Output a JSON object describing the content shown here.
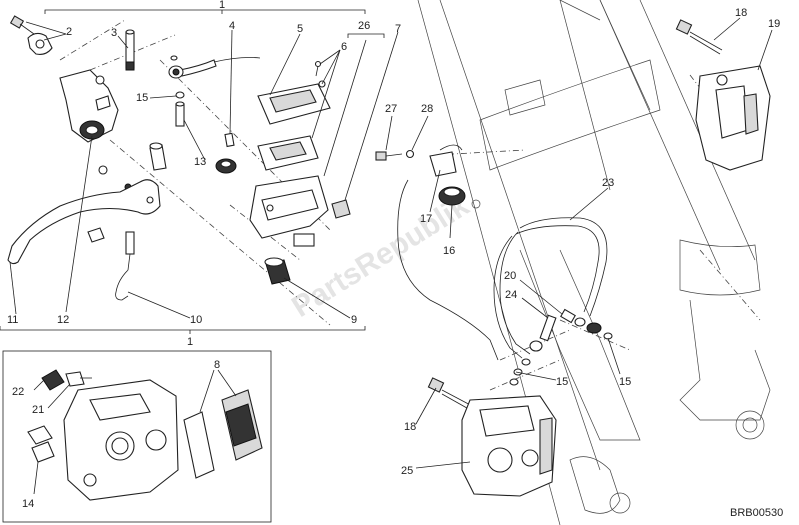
{
  "callouts": {
    "c1_top": "1",
    "c1_bottom": "1",
    "c2": "2",
    "c3": "3",
    "c4": "4",
    "c5": "5",
    "c6": "6",
    "c7": "7",
    "c8": "8",
    "c9": "9",
    "c10": "10",
    "c11": "11",
    "c12": "12",
    "c13": "13",
    "c14": "14",
    "c15_left": "15",
    "c15_mid": "15",
    "c15_right": "15",
    "c16": "16",
    "c17": "17",
    "c18_top": "18",
    "c18_bottom": "18",
    "c19": "19",
    "c20": "20",
    "c21": "21",
    "c22": "22",
    "c23": "23",
    "c24": "24",
    "c25": "25",
    "c26": "26",
    "c27": "27",
    "c28": "28"
  },
  "drawing_code": "BRB00530",
  "watermark": "PartsRepublik"
}
